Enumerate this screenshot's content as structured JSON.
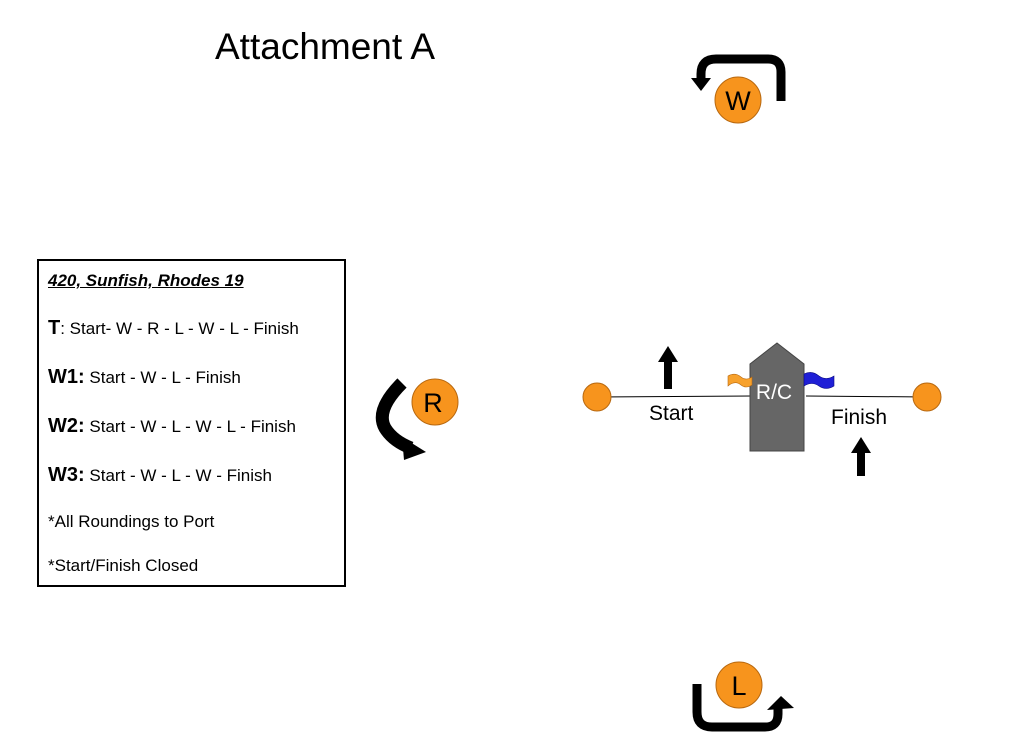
{
  "title": "Attachment A",
  "colors": {
    "mark": "#f7941d",
    "mark_stroke": "#b8680f",
    "committee_boat": "#666666",
    "flag_orange": "#f7a12c",
    "flag_blue": "#1f1fd6"
  },
  "legend": {
    "heading": "420, Sunfish, Rhodes 19",
    "courses": [
      {
        "code": "T",
        "sep": ":",
        "route": " Start- W - R - L - W - L - Finish"
      },
      {
        "code": "W1:",
        "sep": "",
        "route": " Start - W - L - Finish"
      },
      {
        "code": "W2:",
        "sep": "",
        "route": " Start - W - L - W - L - Finish"
      },
      {
        "code": "W3:",
        "sep": "",
        "route": " Start - W - L - W - Finish"
      }
    ],
    "notes": [
      "*All Roundings to Port",
      "*Start/Finish Closed"
    ]
  },
  "marks": {
    "windward": "W",
    "reach": "R",
    "leeward": "L"
  },
  "committee_boat_label": "R/C",
  "start_label": "Start",
  "finish_label": "Finish",
  "icons": [
    "rounding-arrow-icon",
    "direction-arrow-icon",
    "flag-icon",
    "buoy-icon"
  ]
}
